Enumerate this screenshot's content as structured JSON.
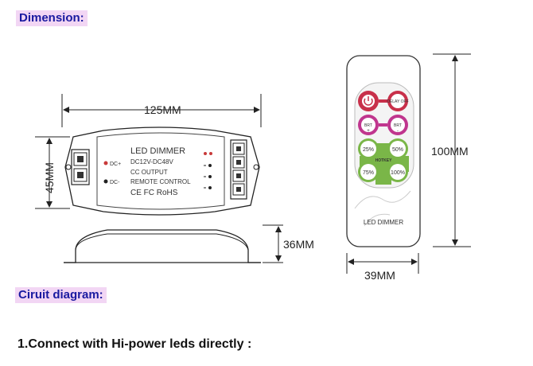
{
  "headings": {
    "dimension": "Dimension:",
    "circuit": "Ciruit diagram:",
    "connect": "1.Connect with Hi-power leds directly :"
  },
  "dimensions": {
    "width": "125MM",
    "height": "45MM",
    "thickness": "36MM",
    "remote_height": "100MM",
    "remote_width": "39MM"
  },
  "controller": {
    "title": "LED DIMMER",
    "voltage": "DC12V-DC48V",
    "output": "CC OUTPUT",
    "remote": "REMOTE CONTROL",
    "certs": "CE FC RoHS",
    "dc_plus": "DC+",
    "dc_minus": "DC-"
  },
  "remote": {
    "delay_label": "DELAY OFF",
    "brt_up_label": "BRT",
    "brt_up_sign": "+",
    "brt_down_label": "BRT",
    "brt_down_sign": "-",
    "preset_25": "25%",
    "preset_50": "50%",
    "preset_75": "75%",
    "preset_100": "100%",
    "hotkey": "HOTKEY",
    "brand": "LED DIMMER"
  },
  "colors": {
    "heading_bg": "#f2d6f4",
    "heading_text": "#1a1aa0",
    "power_button": "#c8304a",
    "brt_button": "#c0368e",
    "preset_button": "#7ab648"
  }
}
